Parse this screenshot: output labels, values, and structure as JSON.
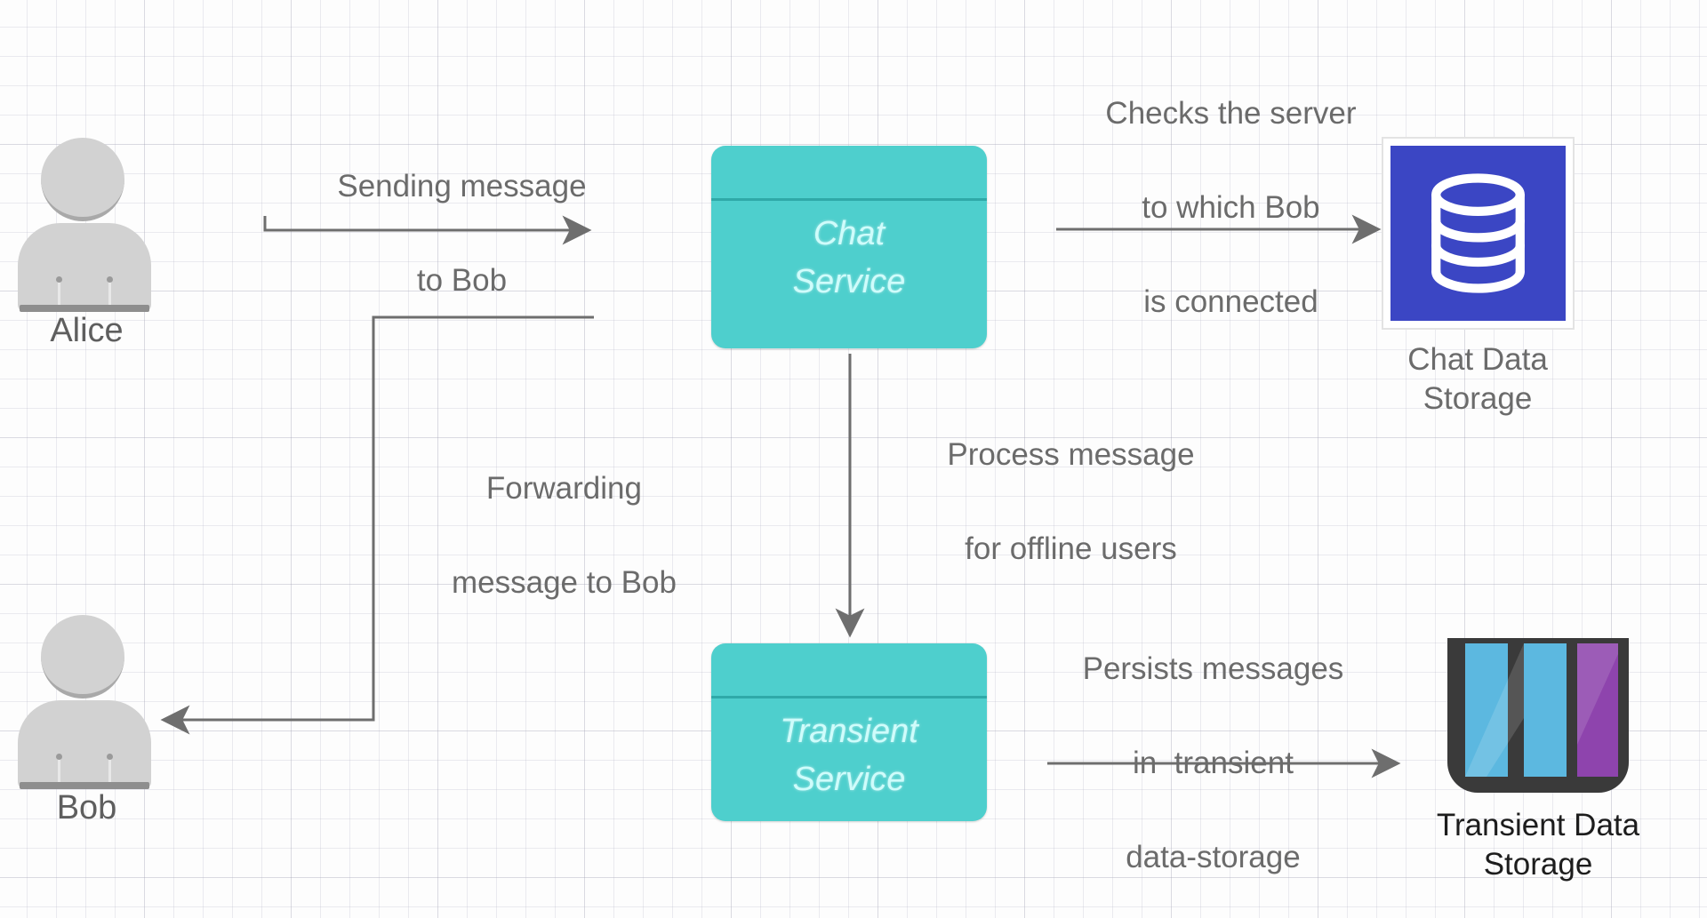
{
  "diagram": {
    "title": "Chat system message flow",
    "background": "#fdfdfd",
    "grid_color": "#bebecd",
    "colors": {
      "service_fill": "#4ECFCD",
      "service_divider": "#2FA9A8",
      "service_text": "#cffcfb",
      "db_tile": "#3b46c4",
      "actor_fill": "#d2d2d2",
      "actor_shade": "#8e8e8e",
      "label_text": "#6b6b6b",
      "arrow": "#6e6e6e",
      "transient_bar_blue": "#5cb8e0",
      "transient_bar_purple": "#8e44ad",
      "transient_case": "#3a3a3a"
    }
  },
  "actors": [
    {
      "id": "alice",
      "name": "Alice",
      "icon": "person-icon"
    },
    {
      "id": "bob",
      "name": "Bob",
      "icon": "person-icon"
    }
  ],
  "services": [
    {
      "id": "chat",
      "line1": "Chat",
      "line2": "Service"
    },
    {
      "id": "transient",
      "line1": "Transient",
      "line2": "Service"
    }
  ],
  "storages": [
    {
      "id": "chat-data-storage",
      "icon": "database-cylinder-icon",
      "caption_line1": "Chat Data",
      "caption_line2": "Storage"
    },
    {
      "id": "transient-data-storage",
      "icon": "transient-bars-icon",
      "caption_line1": "Transient Data",
      "caption_line2": "Storage"
    }
  ],
  "edges": [
    {
      "id": "alice-to-chat",
      "from": "alice",
      "to": "chat",
      "label_line1": "Sending message",
      "label_line2": "to Bob"
    },
    {
      "id": "chat-to-bob",
      "from": "chat",
      "to": "bob",
      "label_line1": "Forwarding",
      "label_line2": "message to Bob"
    },
    {
      "id": "chat-to-chatdb",
      "from": "chat",
      "to": "chat-data-storage",
      "label_line1": "Checks the server",
      "label_line2": "to which Bob",
      "label_line3": "is connected"
    },
    {
      "id": "chat-to-transient",
      "from": "chat",
      "to": "transient",
      "label_line1": "Process message",
      "label_line2": "for offline users"
    },
    {
      "id": "transient-to-transientdb",
      "from": "transient",
      "to": "transient-data-storage",
      "label_line1": "Persists messages",
      "label_line2": "in  transient",
      "label_line3": "data-storage"
    }
  ]
}
